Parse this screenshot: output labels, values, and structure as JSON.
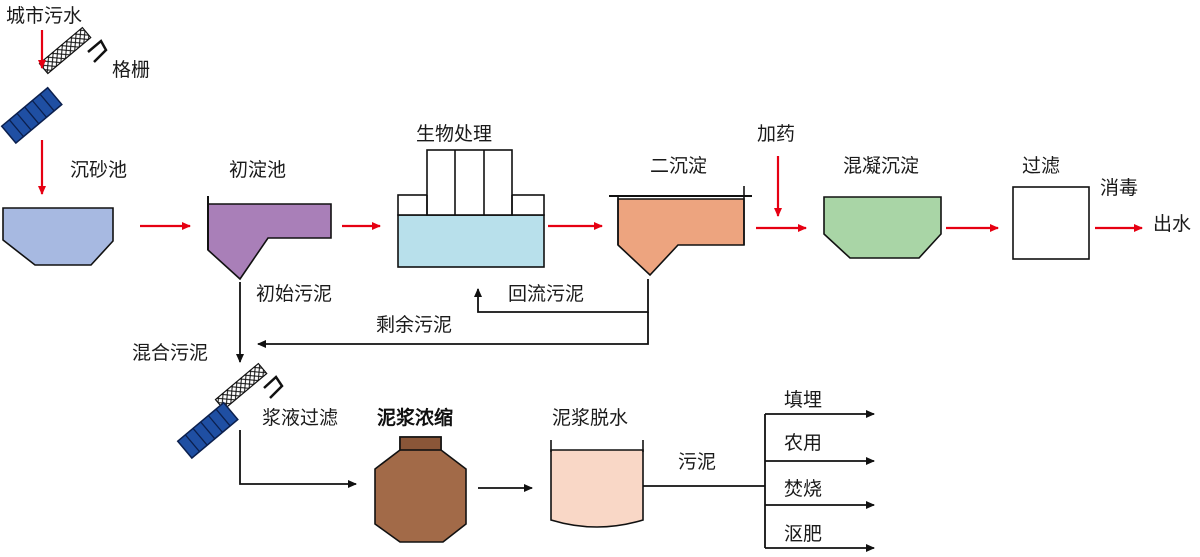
{
  "labels": {
    "influent": "城市污水",
    "screen": "格栅",
    "grit_chamber": "沉砂池",
    "primary_clarifier": "初淀池",
    "bio_treatment": "生物处理",
    "secondary_clarifier": "二沉淀",
    "dosing": "加药",
    "coag_settling": "混凝沉淀",
    "filtration": "过滤",
    "disinfection": "消毒",
    "effluent": "出水",
    "primary_sludge": "初始污泥",
    "return_sludge": "回流污泥",
    "excess_sludge": "剩余污泥",
    "mixed_sludge": "混合污泥",
    "slurry_filtration": "浆液过滤",
    "sludge_thickening": "泥浆浓缩",
    "sludge_dewatering": "泥浆脱水",
    "sludge": "污泥",
    "disposal": [
      "填埋",
      "农用",
      "焚烧",
      "沤肥"
    ]
  },
  "colors": {
    "water_flow": "#e60012",
    "sludge_flow": "#111111",
    "grit_chamber": "#a7b9e1",
    "primary_clarifier": "#a97fb8",
    "bio_tank_water": "#b8e0eb",
    "secondary_clarifier": "#eda47f",
    "coag_settling": "#a9d5a6",
    "filter": "#ffffff",
    "thickener": "#a26a48",
    "dewatering": "#f9d7c6",
    "screen_blue": "#1f4fa3"
  }
}
